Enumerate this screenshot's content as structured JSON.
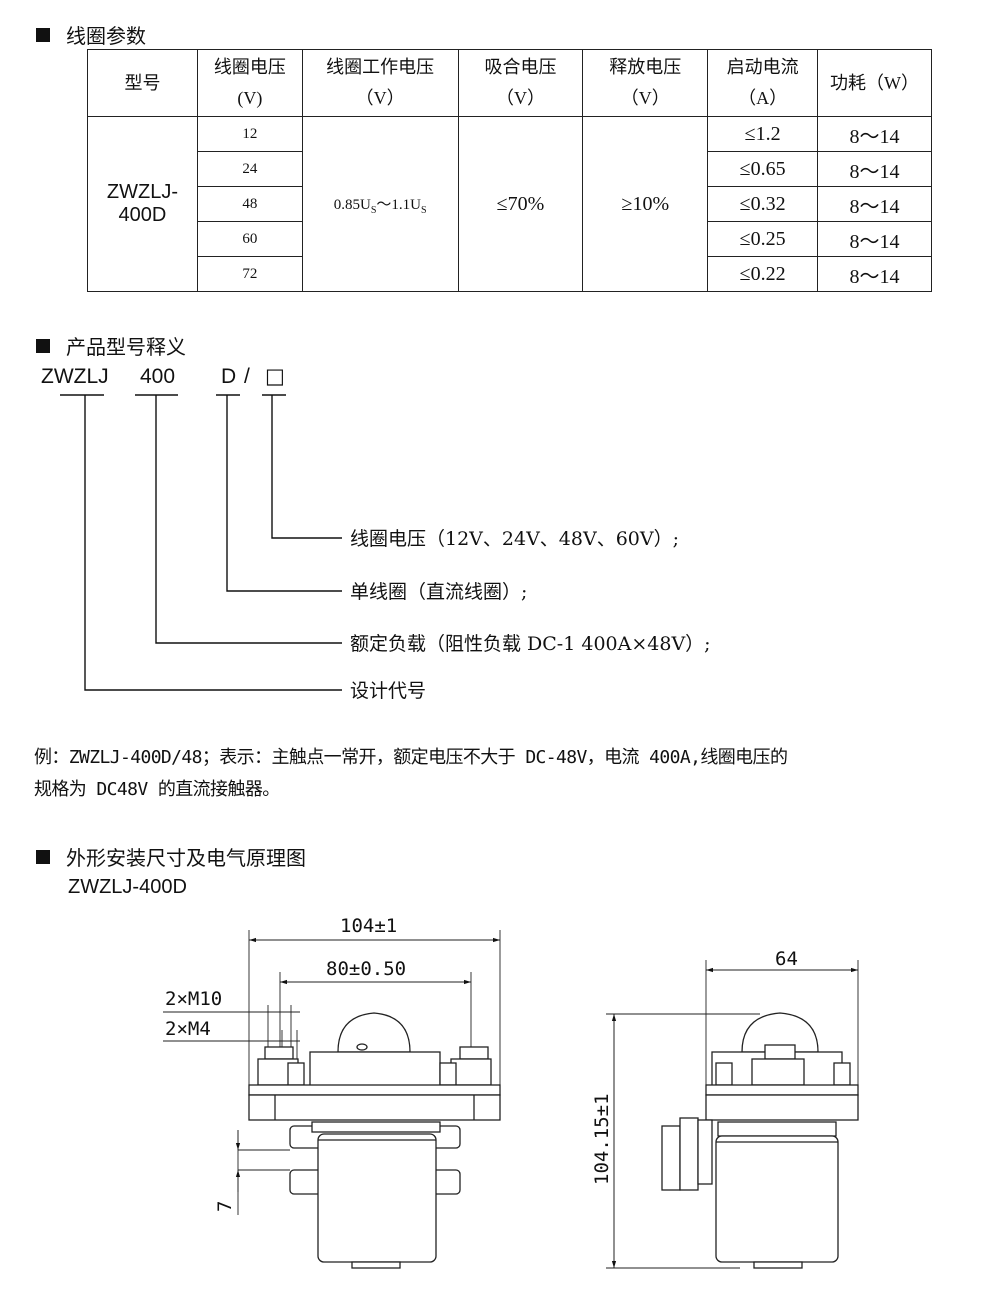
{
  "sections": {
    "coil_params": "线圈参数",
    "model_meaning": "产品型号释义",
    "outline": "外形安装尺寸及电气原理图"
  },
  "table": {
    "headers": [
      {
        "line1": "型号",
        "line2": ""
      },
      {
        "line1": "线圈电压",
        "line2": "(V)"
      },
      {
        "line1": "线圈工作电压",
        "line2": "（V）"
      },
      {
        "line1": "吸合电压",
        "line2": "（V）"
      },
      {
        "line1": "释放电压",
        "line2": "（V）"
      },
      {
        "line1": "启动电流",
        "line2": "（A）"
      },
      {
        "line1": "功耗（W）",
        "line2": ""
      }
    ],
    "model_line1": "ZWZLJ-",
    "model_line2": "400D",
    "voltages": [
      "12",
      "24",
      "48",
      "60",
      "72"
    ],
    "working_voltage": {
      "a": "0.85U",
      "sub1": "S",
      "mid": "～1.1U",
      "sub2": "S"
    },
    "pickup": "≤70%",
    "release": "≥10%",
    "start_currents": [
      "≤1.2",
      "≤0.65",
      "≤0.32",
      "≤0.25",
      "≤0.22"
    ],
    "power": [
      "8～14",
      "8～14",
      "8～14",
      "8～14",
      "8～14"
    ]
  },
  "model": {
    "code_parts": [
      "ZWZLJ",
      "400",
      "D",
      "/",
      "□"
    ],
    "explanations": [
      "线圈电压（12V、24V、48V、60V）;",
      "单线圈（直流线圈）;",
      "额定负载（阻性负载  DC-1 400A×48V）;",
      "设计代号"
    ]
  },
  "example": {
    "line1": "例：ZWZLJ-400D/48；表示：主触点一常开，额定电压不大于 DC-48V，电流 400A,线圈电压的",
    "line2": "规格为 DC48V 的直流接触器。"
  },
  "drawing": {
    "subtitle": "ZWZLJ-400D",
    "dim_width": "104±1",
    "dim_hole": "80±0.50",
    "dim_m10": "2×M10",
    "dim_m4": "2×M4",
    "dim_7": "7",
    "dim_side_width": "64",
    "dim_height": "104.15±1"
  }
}
